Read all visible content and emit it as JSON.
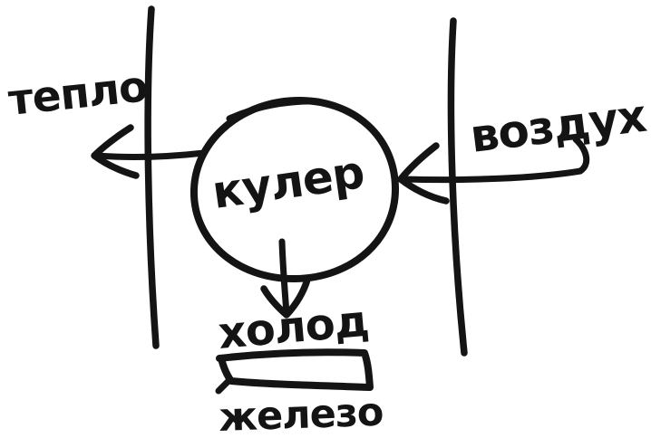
{
  "diagram": {
    "kind": "hand-drawn-sketch",
    "ink_color": "#141414",
    "background_color": "#ffffff",
    "labels": {
      "heat": "тепло",
      "air": "воздух",
      "cooler": "кулер",
      "cold": "холод",
      "hardware": "железо"
    },
    "nodes": [
      {
        "id": "cooler",
        "label": "кулер",
        "shape": "circle"
      },
      {
        "id": "hardware",
        "label": "железо",
        "shape": "rectangle"
      }
    ],
    "edges": [
      {
        "from": "cooler",
        "to": "outside-left",
        "label": "тепло",
        "arrow_direction": "left"
      },
      {
        "from": "outside-right",
        "to": "cooler",
        "label": "воздух",
        "arrow_direction": "left"
      },
      {
        "from": "cooler",
        "to": "hardware",
        "label": "холод",
        "arrow_direction": "down"
      }
    ]
  }
}
